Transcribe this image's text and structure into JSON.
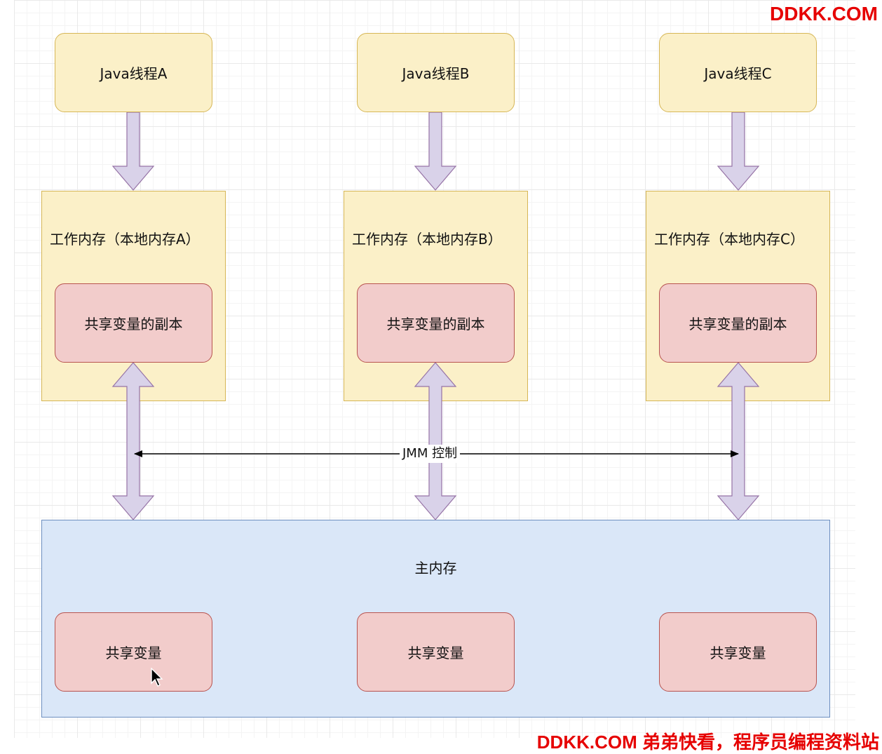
{
  "watermark_top": "DDKK.COM",
  "watermark_bottom": "DDKK.COM 弟弟快看，程序员编程资料站",
  "threads": [
    {
      "label": "Java线程A"
    },
    {
      "label": "Java线程B"
    },
    {
      "label": "Java线程C"
    }
  ],
  "working_memory": [
    {
      "title": "工作内存（本地内存A）",
      "copy_label": "共享变量的副本"
    },
    {
      "title": "工作内存（本地内存B）",
      "copy_label": "共享变量的副本"
    },
    {
      "title": "工作内存（本地内存C）",
      "copy_label": "共享变量的副本"
    }
  ],
  "jmm_label": "JMM 控制",
  "main_memory": {
    "title": "主内存",
    "variables": [
      {
        "label": "共享变量"
      },
      {
        "label": "共享变量"
      },
      {
        "label": "共享变量"
      }
    ]
  },
  "colors": {
    "thread_fill": "#fbf0c8",
    "thread_border": "#d6b656",
    "copy_fill": "#f2cccb",
    "copy_border": "#b85450",
    "main_fill": "#dae7f8",
    "main_border": "#6c8ebf",
    "arrow_fill": "#d9d2e9",
    "arrow_border": "#9673a6",
    "watermark": "#e60000"
  }
}
